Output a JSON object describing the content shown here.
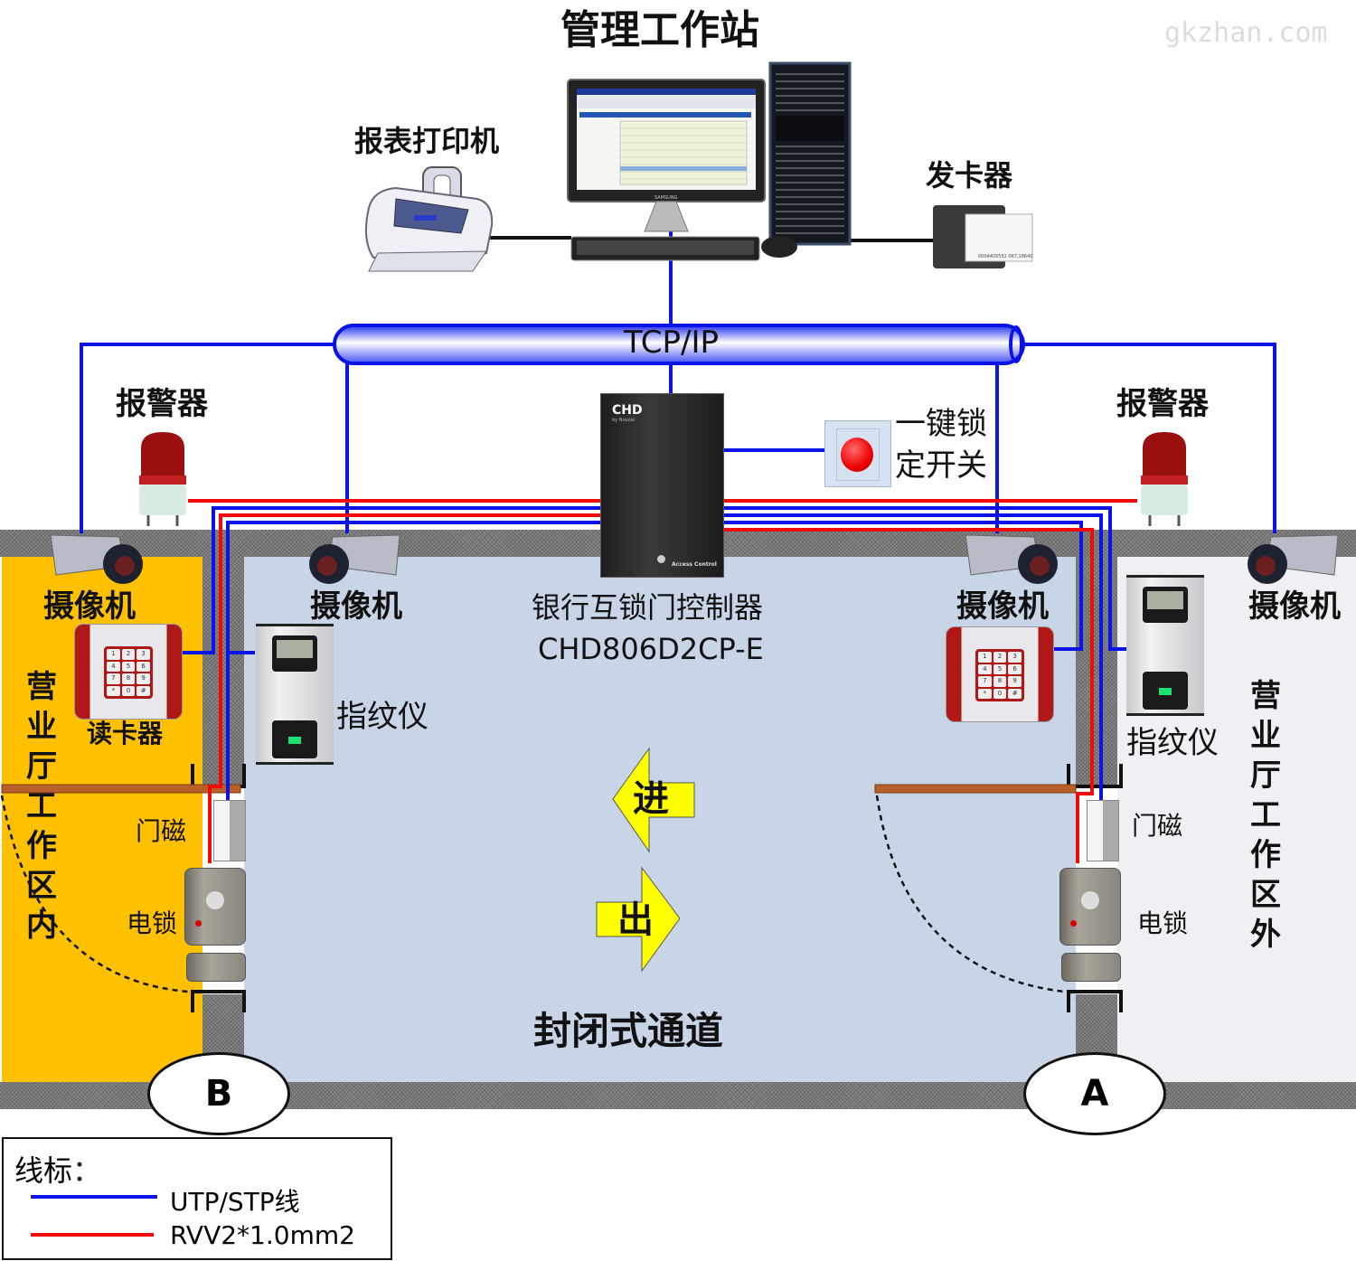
{
  "watermark": "gkzhan.com",
  "workstation": {
    "title": "管理工作站",
    "printer_label": "报表打印机",
    "card_issuer_label": "发卡器",
    "monitor_brand": "SAMSUNG"
  },
  "network": {
    "bus_label": "TCP/IP"
  },
  "controller": {
    "brand": "CHD",
    "brand_sub": "by Nrsulal",
    "panel_text": "Access Control",
    "name": "银行互锁门控制器",
    "model": "CHD806D2CP-E"
  },
  "lock_switch": {
    "label_line1": "一键锁",
    "label_line2": "定开关"
  },
  "left_side": {
    "alarm_label": "报警器",
    "camera_outer_label": "摄像机",
    "camera_inner_label": "摄像机",
    "card_reader_label": "读卡器",
    "fingerprint_label": "指纹仪",
    "door_magnet_label": "门磁",
    "electric_lock_label": "电锁",
    "zone_label": [
      "营",
      "业",
      "厅",
      "工",
      "作",
      "区",
      "内"
    ],
    "door_id": "B"
  },
  "right_side": {
    "alarm_label": "报警器",
    "camera_inner_label": "摄像机",
    "camera_outer_label": "摄像机",
    "fingerprint_label": "指纹仪",
    "door_magnet_label": "门磁",
    "electric_lock_label": "电锁",
    "zone_label": [
      "营",
      "业",
      "厅",
      "工",
      "作",
      "区",
      "外"
    ],
    "door_id": "A"
  },
  "passage": {
    "label": "封闭式通道",
    "enter_label": "进",
    "exit_label": "出"
  },
  "keypad_keys": [
    "1",
    "2",
    "3",
    "4",
    "5",
    "6",
    "7",
    "8",
    "9",
    "*",
    "0",
    "#"
  ],
  "legend": {
    "title": "线标：",
    "items": [
      {
        "label": "UTP/STP线",
        "color": "#0a14e6"
      },
      {
        "label": "RVV2*1.0mm2",
        "color": "#f00a0a"
      }
    ]
  },
  "colors": {
    "inner_zone": "#ffc000",
    "passage": "#c8d5e6",
    "outer_zone": "#efeff4",
    "utp": "#0a14e6",
    "rvv": "#f00a0a",
    "door_bar": "#b8602a"
  }
}
